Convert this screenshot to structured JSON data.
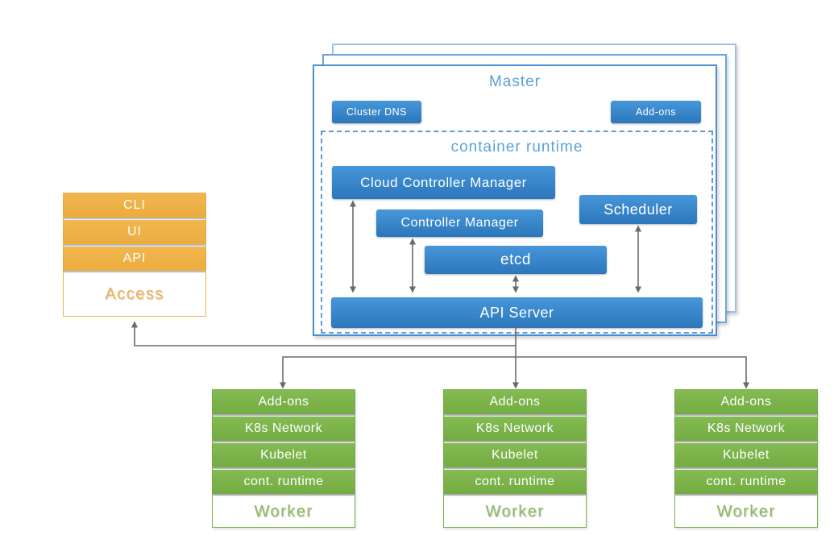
{
  "master": {
    "title": "Master",
    "buttons": {
      "cluster_dns": "Cluster DNS",
      "addons": "Add-ons"
    },
    "runtime": {
      "label": "container runtime",
      "cloud_controller_manager": "Cloud Controller Manager",
      "controller_manager": "Controller Manager",
      "etcd": "etcd",
      "scheduler": "Scheduler",
      "api_server": "API Server"
    }
  },
  "access": {
    "items": [
      "CLI",
      "UI",
      "API"
    ],
    "label": "Access"
  },
  "workers": [
    {
      "items": [
        "Add-ons",
        "K8s Network",
        "Kubelet",
        "cont. runtime"
      ],
      "label": "Worker"
    },
    {
      "items": [
        "Add-ons",
        "K8s Network",
        "Kubelet",
        "cont. runtime"
      ],
      "label": "Worker"
    },
    {
      "items": [
        "Add-ons",
        "K8s Network",
        "Kubelet",
        "cont. runtime"
      ],
      "label": "Worker"
    }
  ],
  "colors": {
    "blue_fill": "#3b86c9",
    "blue_border": "#4a8fd3",
    "blue_text": "#58a2da",
    "orange_fill": "#eeb147",
    "green_fill": "#7ab347",
    "line_gray": "#6a6a6a"
  }
}
